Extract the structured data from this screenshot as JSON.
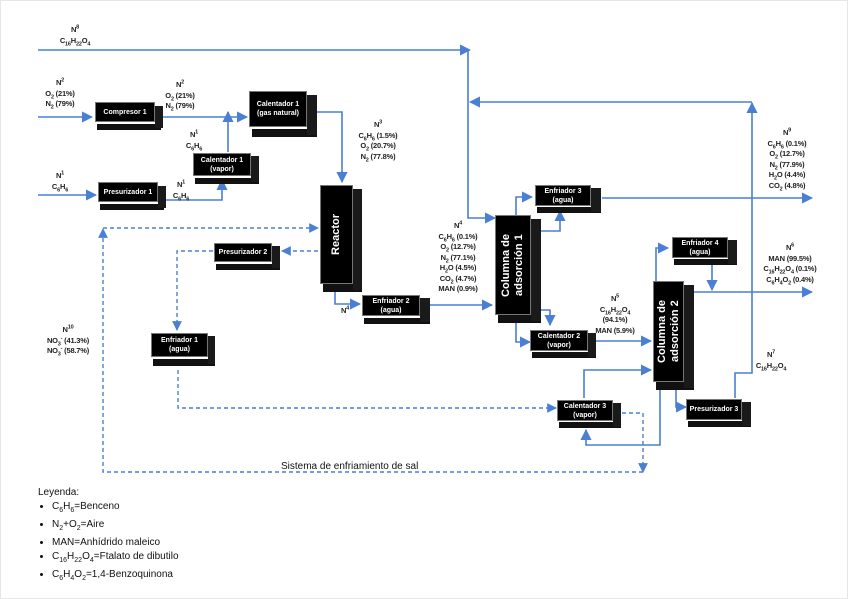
{
  "diagram": {
    "title": "Diagrama de proceso de producción de anhídrido maleico",
    "colors": {
      "line": "#4a7fd4",
      "box": "#000000",
      "box_text": "#ffffff",
      "text": "#222222"
    },
    "equipment": [
      {
        "id": "compresor1",
        "line1": "Compresor 1",
        "line2": ""
      },
      {
        "id": "presurizador1",
        "line1": "Presurizador 1",
        "line2": ""
      },
      {
        "id": "calentador1a",
        "line1": "Calentador 1",
        "line2": "(gas natural)"
      },
      {
        "id": "calentador1b",
        "line1": "Calentador 1",
        "line2": "(vapor)"
      },
      {
        "id": "reactor",
        "line1": "Reactor",
        "line2": ""
      },
      {
        "id": "enfriador2",
        "line1": "Enfriador 2",
        "line2": "(agua)"
      },
      {
        "id": "presurizador2",
        "line1": "Presurizador 2",
        "line2": ""
      },
      {
        "id": "enfriador1",
        "line1": "Enfriador 1",
        "line2": "(agua)"
      },
      {
        "id": "columna1",
        "line1": "Columna de",
        "line2": "adsorción 1"
      },
      {
        "id": "enfriador3",
        "line1": "Enfriador 3",
        "line2": "(agua)"
      },
      {
        "id": "calentador2",
        "line1": "Calentador 2",
        "line2": "(vapor)"
      },
      {
        "id": "columna2",
        "line1": "Columna de",
        "line2": "adsorción 2"
      },
      {
        "id": "enfriador4",
        "line1": "Enfriador 4",
        "line2": "(agua)"
      },
      {
        "id": "calentador3",
        "line1": "Calentador 3",
        "line2": "(vapor)"
      },
      {
        "id": "presurizador3",
        "line1": "Presurizador 3",
        "line2": ""
      }
    ],
    "streams": {
      "n8_top": {
        "name": "N",
        "sup": "8",
        "lines": [
          "C16H22O4"
        ]
      },
      "n2_in": {
        "name": "N",
        "sup": "2",
        "lines": [
          "O2 (21%)",
          "N2 (79%)"
        ]
      },
      "n2_out": {
        "name": "N",
        "sup": "2",
        "lines": [
          "O2 (21%)",
          "N2 (79%)"
        ]
      },
      "n1_in": {
        "name": "N",
        "sup": "1",
        "lines": [
          "C6H6"
        ]
      },
      "n1_mid": {
        "name": "N",
        "sup": "1",
        "lines": [
          "C6H6"
        ]
      },
      "n1_up": {
        "name": "N",
        "sup": "1",
        "lines": [
          "C6H6"
        ]
      },
      "n3": {
        "name": "N",
        "sup": "3",
        "lines": [
          "C6H6 (1.5%)",
          "O2 (20.7%)",
          "N2 (77.8%)"
        ]
      },
      "n4_label": {
        "name": "N",
        "sup": "4",
        "lines": []
      },
      "n4": {
        "name": "N",
        "sup": "4",
        "lines": [
          "C6H6 (0.1%)",
          "O2 (12.7%)",
          "N2 (77.1%)",
          "H2O (4.5%)",
          "CO2 (4.7%)",
          "MAN (0.9%)"
        ]
      },
      "n9": {
        "name": "N",
        "sup": "9",
        "lines": [
          "C6H6 (0.1%)",
          "O2 (12.7%)",
          "N2 (77.9%)",
          "H2O (4.4%)",
          "CO2 (4.8%)"
        ]
      },
      "n6": {
        "name": "N",
        "sup": "6",
        "lines": [
          "MAN (99.5%)",
          "C16H22O4 (0.1%)",
          "C6H4O2 (0.4%)"
        ]
      },
      "n5": {
        "name": "N",
        "sup": "5",
        "lines": [
          "C16H22O4",
          "(94.1%)",
          "MAN (5.9%)"
        ]
      },
      "n7": {
        "name": "N",
        "sup": "7",
        "lines": [
          "C16H22O4"
        ]
      },
      "n10": {
        "name": "N",
        "sup": "10",
        "lines": [
          "NO3- (41.3%)",
          "NO3- (58.7%)"
        ]
      }
    },
    "caption": "Sistema de enfriamiento de sal",
    "legend": {
      "title": "Leyenda:",
      "items": [
        {
          "formula": "C6H6",
          "meaning": "Benceno"
        },
        {
          "formula": "N2+O2",
          "meaning": "Aire"
        },
        {
          "formula": "MAN",
          "meaning": "Anhídrido maleico"
        },
        {
          "formula": "C16H22O4",
          "meaning": "Ftalato de dibutilo"
        },
        {
          "formula": "C6H4O2",
          "meaning": "1,4-Benzoquinona"
        }
      ]
    }
  }
}
